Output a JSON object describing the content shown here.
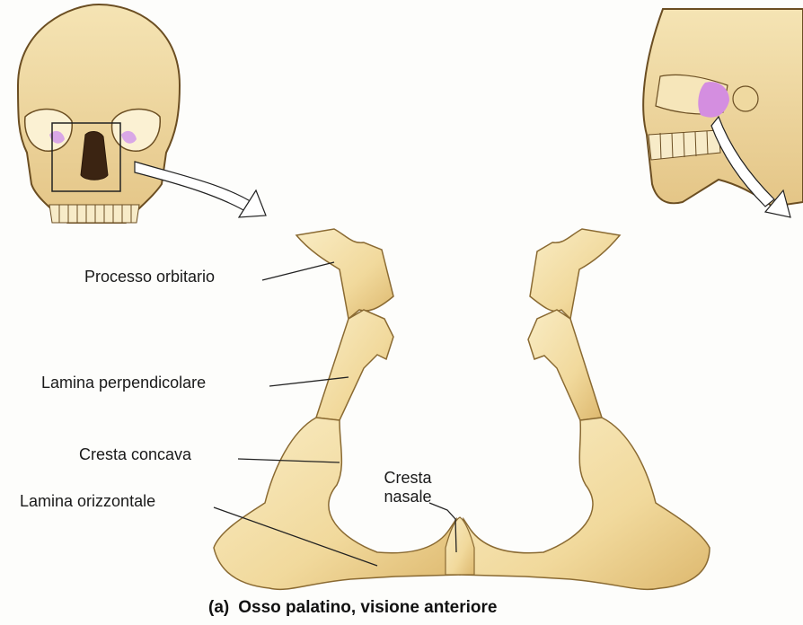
{
  "labels": {
    "processo_orbitario": "Processo orbitario",
    "lamina_perpendicolare": "Lamina perpendicolare",
    "cresta_concava": "Cresta concava",
    "lamina_orizzontale": "Lamina orizzontale",
    "cresta_nasale_line1": "Cresta",
    "cresta_nasale_line2": "nasale"
  },
  "caption": {
    "tag": "(a)",
    "text": "Osso palatino, visione anteriore"
  },
  "colors": {
    "bone": "#f3dfa6",
    "bone_shade": "#d8b56a",
    "bone_outline": "#8a6a32",
    "highlight": "#d48ee0",
    "leader_line": "#222222"
  }
}
